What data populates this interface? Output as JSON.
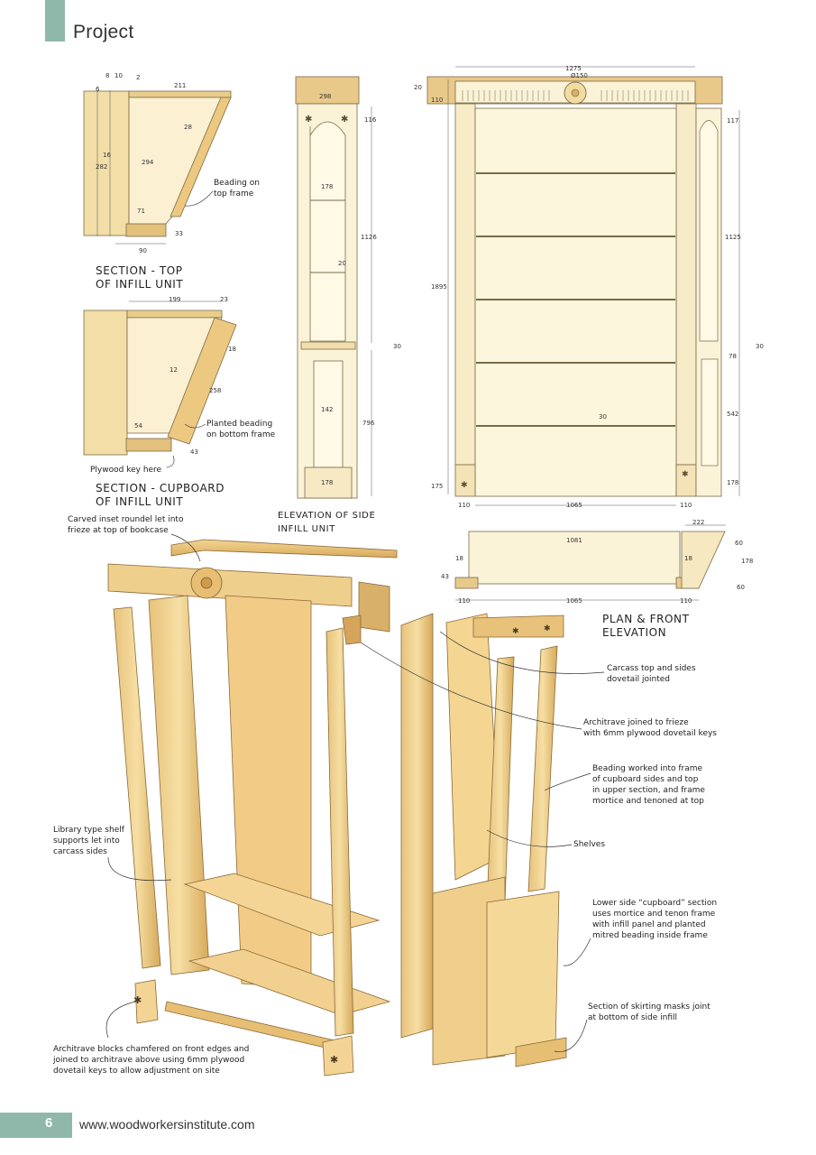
{
  "header": {
    "title": "Project"
  },
  "captions": {
    "section_top": "SECTION - TOP\nOF INFILL UNIT",
    "section_cupboard": "SECTION - CUPBOARD\nOF INFILL UNIT",
    "elevation_side": "ELEVATION OF SIDE\nINFILL UNIT",
    "plan_front": "PLAN & FRONT\nELEVATION"
  },
  "notes": {
    "beading_top": "Beading on\ntop frame",
    "planted_beading": "Planted beading\non bottom frame",
    "plywood_key": "Plywood key here",
    "carved_roundel": "Carved inset roundel let into\nfrieze at top of bookcase",
    "carcass_dovetail": "Carcass top and sides\ndovetail jointed",
    "architrave_frieze": "Architrave joined to frieze\nwith 6mm plywood dovetail keys",
    "beading_frame": "Beading worked into frame\nof cupboard sides and top\nin upper section, and frame\nmortice and tenoned at top",
    "shelves": "Shelves",
    "library_shelf": "Library type shelf\nsupports let into\ncarcass sides",
    "lower_cupboard": "Lower side “cupboard” section\nuses mortice and tenon frame\nwith infill panel and planted\nmitred beading inside frame",
    "skirting": "Section of skirting masks joint\nat bottom of side infill",
    "architrave_blocks": "Architrave blocks chamfered on front edges and\njoined to architrave above using 6mm plywood\ndovetail keys to allow adjustment on site"
  },
  "dims": {
    "d8": "8",
    "d10": "10",
    "d2": "2",
    "d6": "6",
    "d211": "211",
    "d28": "28",
    "d16": "16",
    "d282": "282",
    "d294": "294",
    "d71": "71",
    "d33": "33",
    "d90": "90",
    "d199": "199",
    "d23": "23",
    "d18": "18",
    "d12": "12",
    "d258": "258",
    "d54": "54",
    "d43": "43",
    "d298": "298",
    "d116": "116",
    "d178": "178",
    "d20": "20",
    "d1126": "1126",
    "d30": "30",
    "d142": "142",
    "d796": "796",
    "d178b": "178",
    "d1275": "1275",
    "d150": "Ø150",
    "d20b": "20",
    "d110": "110",
    "d117": "117",
    "d1895": "1895",
    "d1125": "1125",
    "d78": "78",
    "d542": "542",
    "d30b": "30",
    "d30c": "30",
    "d175": "175",
    "d110b": "110",
    "d1065": "1065",
    "d110c": "110",
    "d178c": "178",
    "d222": "222",
    "d1081": "1081",
    "d18b": "18",
    "d18c": "18",
    "d60": "60",
    "d178d": "178",
    "d60b": "60",
    "d43b": "43",
    "d110d": "110",
    "d1065b": "1065",
    "d110e": "110"
  },
  "footer": {
    "page_number": "6",
    "url": "www.woodworkersinstitute.com"
  }
}
